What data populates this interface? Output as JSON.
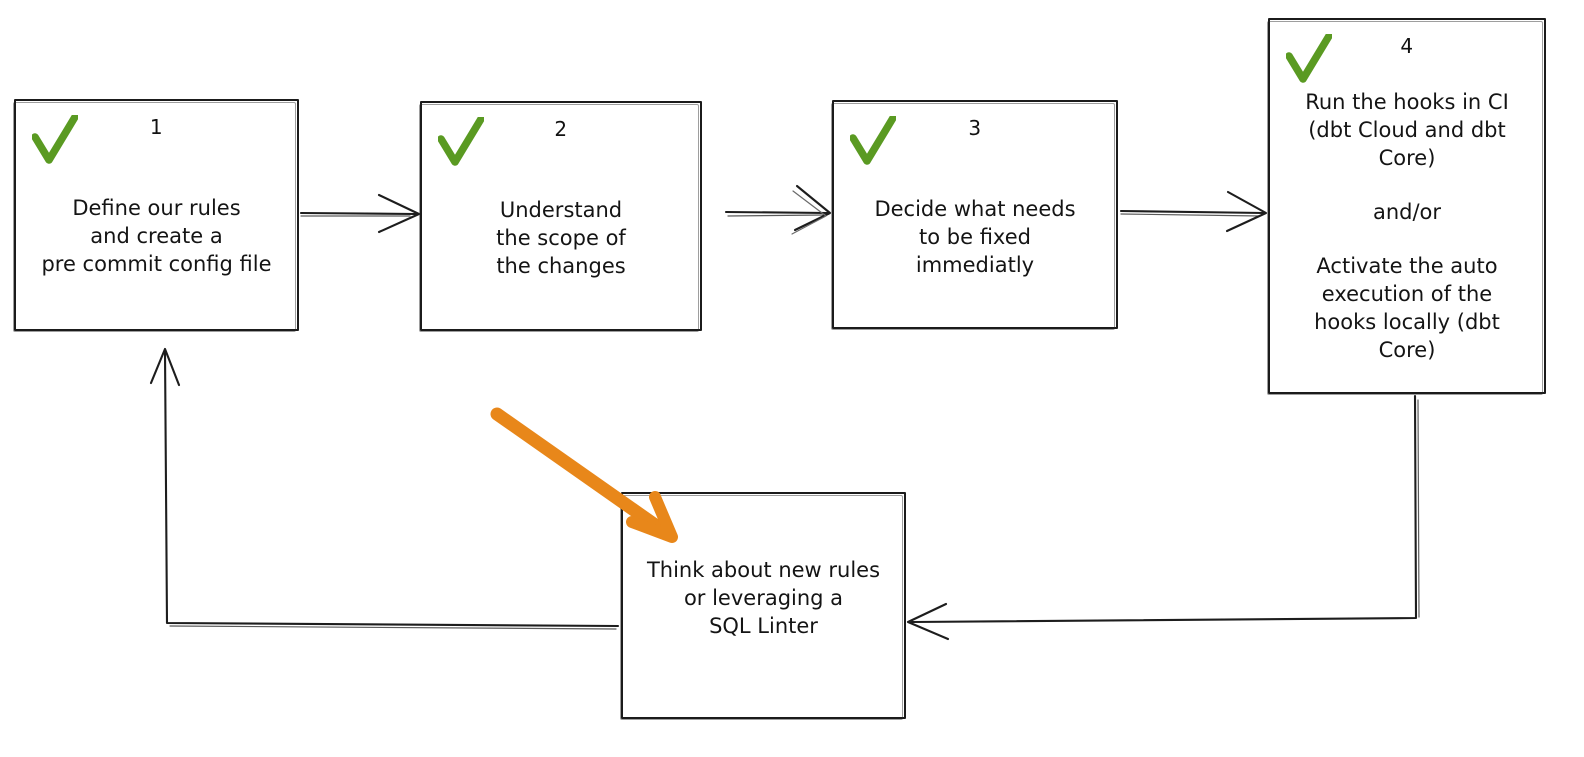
{
  "diagram": {
    "type": "flowchart",
    "title": "pre-commit hooks adoption loop",
    "style": "hand-drawn whiteboard sketch",
    "background_color": "#ffffff",
    "stroke_color": "#1d1d1d",
    "check_color": "#5a9a22",
    "highlight_color": "#e8871a",
    "nodes": [
      {
        "id": "box1",
        "number": "1",
        "check": "check-mark",
        "lines": [
          "Define our rules",
          "and create a",
          "pre commit config file"
        ]
      },
      {
        "id": "box2",
        "number": "2",
        "check": "check-mark",
        "lines": [
          "Understand",
          "the scope of",
          "the changes"
        ]
      },
      {
        "id": "box3",
        "number": "3",
        "check": "check-mark",
        "lines": [
          "Decide what needs",
          "to be fixed",
          "immediatly"
        ]
      },
      {
        "id": "box4",
        "number": "4",
        "check": "check-mark",
        "lines": [
          "Run the hooks in CI",
          "(dbt Cloud and dbt",
          "Core)",
          "",
          "and/or",
          "",
          "Activate the auto",
          "execution of the",
          "hooks locally (dbt",
          "Core)"
        ]
      },
      {
        "id": "box5",
        "number": "",
        "check": "",
        "lines": [
          "Think about new rules",
          "or leveraging a",
          "SQL Linter"
        ]
      }
    ],
    "edges": [
      {
        "id": "edge-1-2",
        "from": "box1",
        "to": "box2",
        "direction": "right"
      },
      {
        "id": "edge-2-3",
        "from": "box2",
        "to": "box3",
        "direction": "right"
      },
      {
        "id": "edge-3-4",
        "from": "box3",
        "to": "box4",
        "direction": "right"
      },
      {
        "id": "edge-4-5",
        "from": "box4",
        "to": "box5",
        "direction": "down-left"
      },
      {
        "id": "edge-5-1",
        "from": "box5",
        "to": "box1",
        "direction": "left-up"
      }
    ],
    "annotations": [
      {
        "id": "orange-highlight-arrow",
        "color": "#e8871a",
        "points_to": "box5"
      }
    ]
  }
}
